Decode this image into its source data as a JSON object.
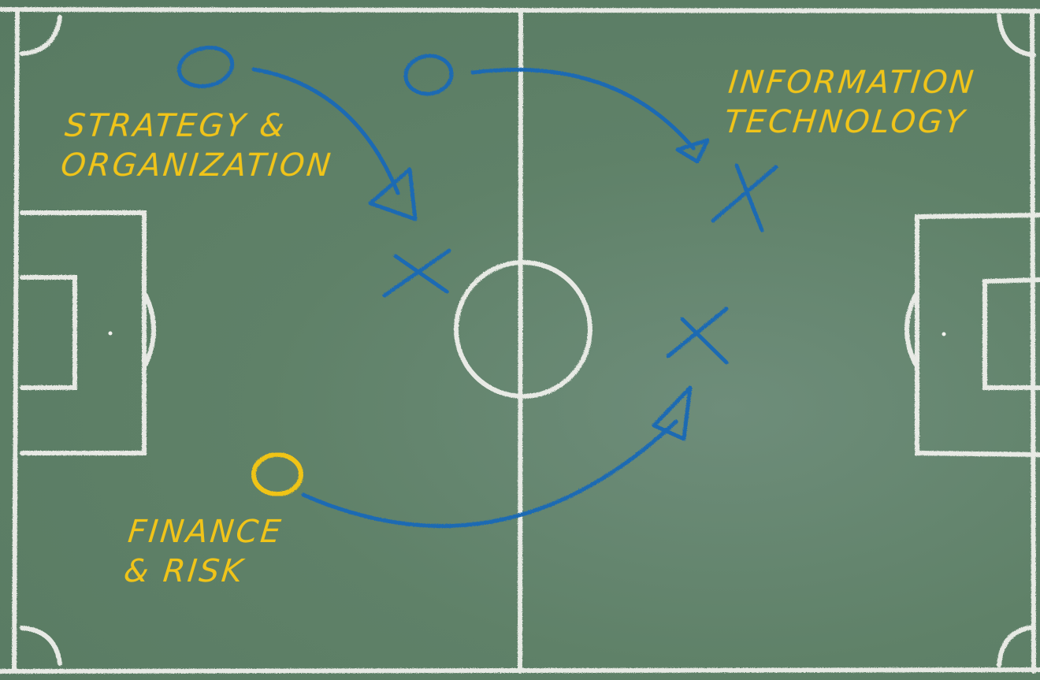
{
  "labels": {
    "strategy": {
      "line1": "Strategy &",
      "line2": "Organization"
    },
    "it": {
      "line1": "Information",
      "line2": "Technology"
    },
    "finance": {
      "line1": "Finance",
      "line2": "& Risk"
    }
  },
  "colors": {
    "board": "#5f8168",
    "chalk_white": "#f2f2ee",
    "chalk_blue": "#1f6ab3",
    "chalk_yellow": "#f0c419"
  }
}
